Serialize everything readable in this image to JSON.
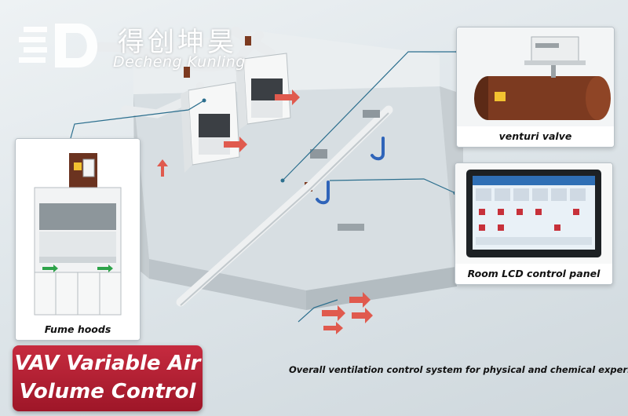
{
  "brand": {
    "chinese_name": "得创坤昊",
    "english_name": "Decheng Kunling",
    "logo_icon": "d-logo-icon"
  },
  "callouts": {
    "venturi_valve": "venturi valve",
    "room_panel": "Room LCD control panel",
    "fume_hoods": "Fume hoods"
  },
  "banner": {
    "line1": "VAV Variable Air",
    "line2": "Volume Control"
  },
  "subtitle": "Overall ventilation control system for physical and chemical experiments",
  "colors": {
    "banner_red": "#b3203a",
    "supply_arrow": "#e05a4e",
    "return_arrow": "#2f64b9",
    "leader_line": "#2c6f8e",
    "duct": "#e9ecee",
    "valve_brown": "#7c3a20"
  }
}
